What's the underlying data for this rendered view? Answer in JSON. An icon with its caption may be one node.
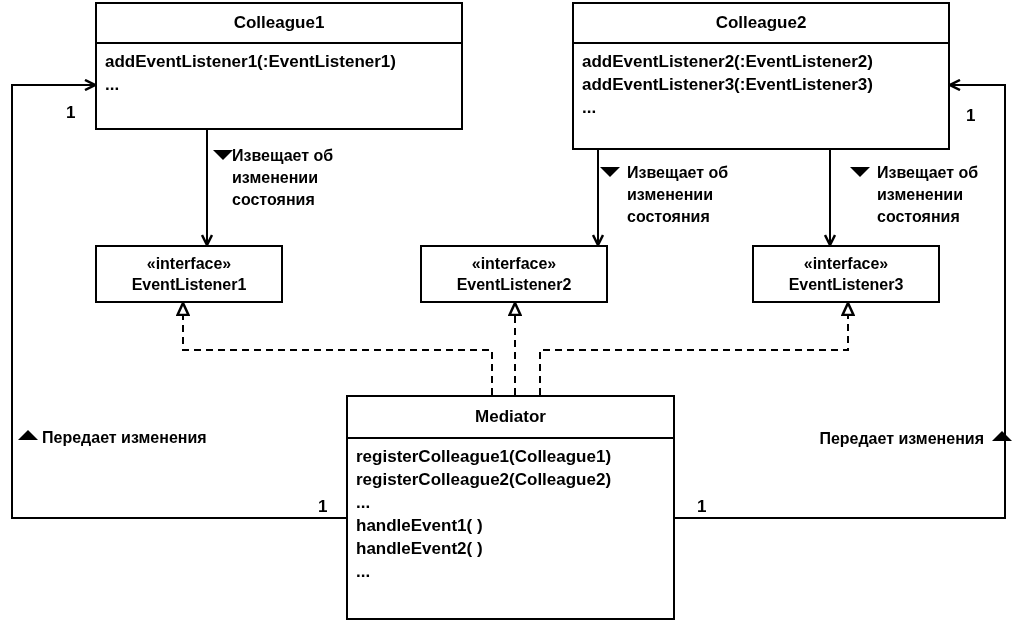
{
  "diagram": {
    "nodes": [
      {
        "text": [
          "Colleague1",
          "addEventListener1(:EventListener1)",
          "..."
        ]
      },
      {
        "text": [
          "Colleague2",
          "addEventListener2(:EventListener2)",
          "addEventListener3(:EventListener3)",
          "..."
        ]
      },
      {
        "text": [
          "«interface»",
          "EventListener1"
        ]
      },
      {
        "text": [
          "«interface»",
          "EventListener2"
        ]
      },
      {
        "text": [
          "«interface»",
          "EventListener3"
        ]
      },
      {
        "text": [
          "Mediator",
          "registerColleague1(Colleague1)",
          "registerColleague2(Colleague2)",
          "...",
          "handleEvent1( )",
          "handleEvent2( )",
          "..."
        ]
      }
    ],
    "edges": [
      {
        "from": 0,
        "to": 2,
        "arrow": "to",
        "label": "Извещает об изменении состояния"
      },
      {
        "from": 1,
        "to": 3,
        "arrow": "to",
        "label": "Извещает об изменении состояния"
      },
      {
        "from": 1,
        "to": 4,
        "arrow": "to",
        "label": "Извещает об изменении состояния"
      },
      {
        "from": 5,
        "to": 2,
        "arrow": "to",
        "style": "dashed"
      },
      {
        "from": 5,
        "to": 3,
        "arrow": "to",
        "style": "dashed"
      },
      {
        "from": 5,
        "to": 4,
        "arrow": "to",
        "style": "dashed"
      },
      {
        "from": 5,
        "to": 0,
        "arrow": "to",
        "label": "Передает изменения"
      },
      {
        "from": 5,
        "to": 1,
        "arrow": "to",
        "label": "Передает изменения"
      }
    ],
    "labels": [
      "1",
      "1",
      "1",
      "1"
    ]
  }
}
